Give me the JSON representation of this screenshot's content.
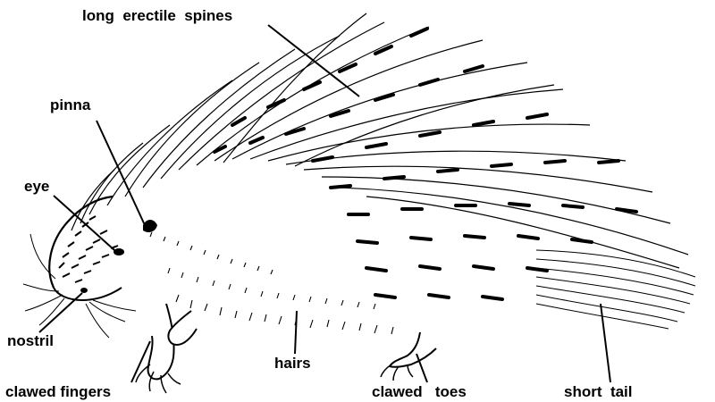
{
  "labels": {
    "long_erectile_spines": "long  erectile  spines",
    "pinna": "pinna",
    "eye": "eye",
    "nostril": "nostril",
    "hairs": "hairs",
    "clawed_fingers": "clawed fingers",
    "clawed_toes": "clawed   toes",
    "short_tail": "short  tail"
  },
  "colors": {
    "ink": "#000000",
    "background": "#ffffff"
  }
}
